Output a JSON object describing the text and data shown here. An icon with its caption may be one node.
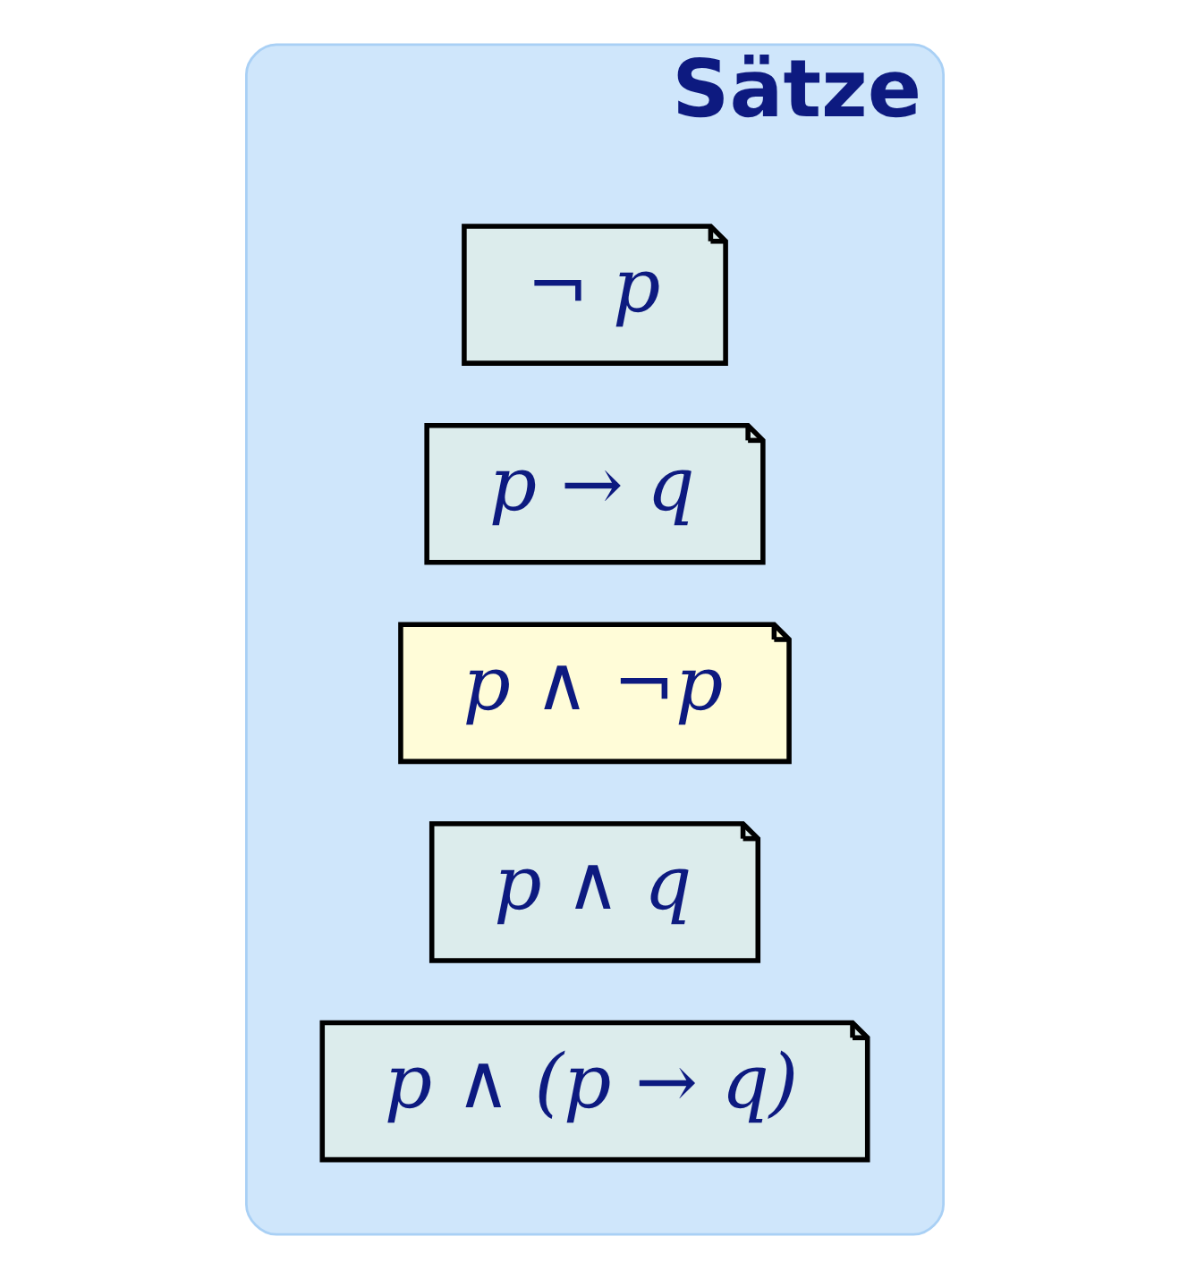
{
  "diagram": {
    "nodes": [
      {
        "text": [
          "Sätze"
        ]
      },
      {
        "text": [
          "¬ p"
        ],
        "in": 0
      },
      {
        "text": [
          "p → q"
        ],
        "in": 0
      },
      {
        "text": [
          "p ∧ ¬p"
        ],
        "in": 0
      },
      {
        "text": [
          "p ∧ q"
        ],
        "in": 0
      },
      {
        "text": [
          "p ∧ (p → q)"
        ],
        "in": 0
      }
    ]
  }
}
